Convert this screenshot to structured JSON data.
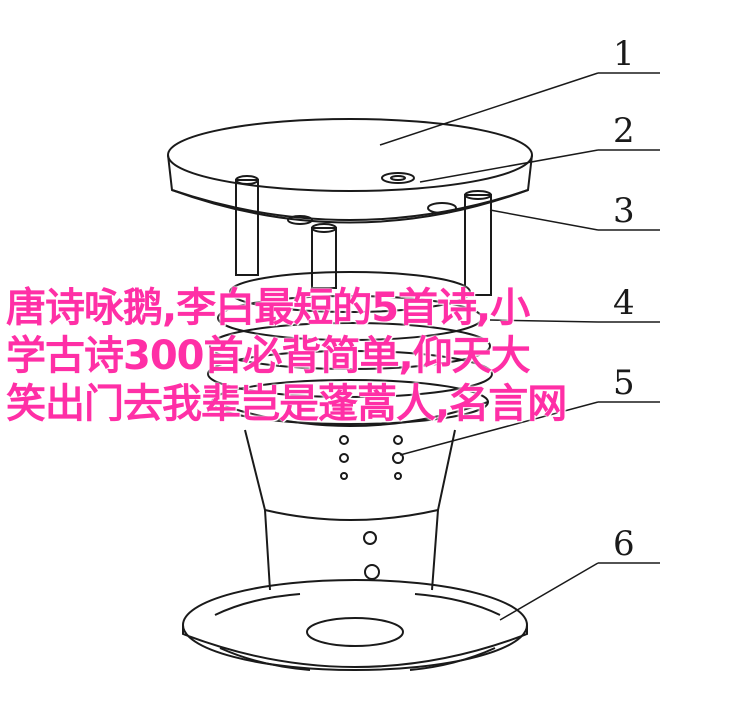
{
  "callouts": [
    "1",
    "2",
    "3",
    "4",
    "5",
    "6"
  ],
  "overlay": {
    "line1": "唐诗咏鹅,李白最短的5首诗,小",
    "line2": "学古诗300首必背简单,仰天大",
    "line3": "笑出门去我辈岂是蓬蒿人,名言网"
  },
  "colors": {
    "overlay_text": "#ff2fa6",
    "line_art": "#1a1a1a"
  }
}
